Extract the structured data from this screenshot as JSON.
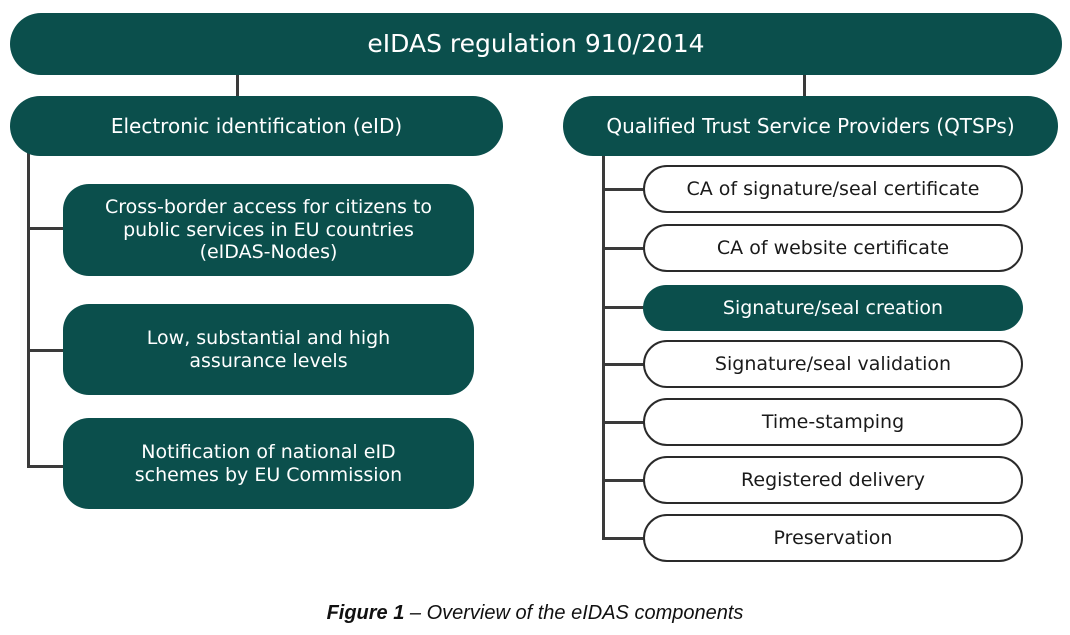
{
  "root": {
    "label": "eIDAS regulation 910/2014"
  },
  "eid": {
    "label": "Electronic identification (eID)",
    "items": [
      {
        "label": "Cross-border access for citizens to public services in EU countries (eIDAS-Nodes)"
      },
      {
        "label": "Low, substantial and high assurance levels"
      },
      {
        "label": "Notification of national eID schemes by EU Commission"
      }
    ]
  },
  "qtsp": {
    "label": "Qualified Trust Service Providers (QTSPs)",
    "items": [
      {
        "label": "CA of signature/seal certificate",
        "highlighted": false
      },
      {
        "label": "CA of website certificate",
        "highlighted": false
      },
      {
        "label": "Signature/seal creation",
        "highlighted": true
      },
      {
        "label": "Signature/seal validation",
        "highlighted": false
      },
      {
        "label": "Time-stamping",
        "highlighted": false
      },
      {
        "label": "Registered delivery",
        "highlighted": false
      },
      {
        "label": "Preservation",
        "highlighted": false
      }
    ]
  },
  "caption": {
    "figure": "Figure 1",
    "text": " – Overview of the eIDAS components"
  },
  "colors": {
    "fill": "#0b4f4c",
    "connector": "#3a3a3a",
    "outline": "#2a2a2a"
  }
}
